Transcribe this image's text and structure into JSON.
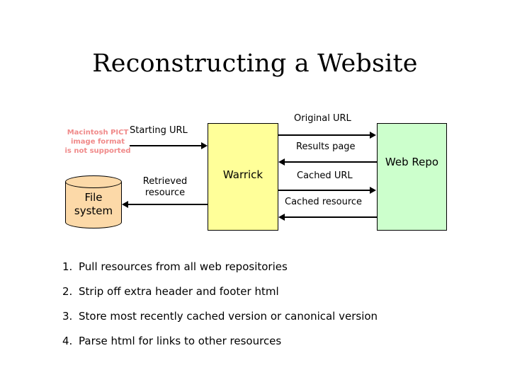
{
  "slide": {
    "title": "Reconstructing a Website"
  },
  "broken_image": {
    "line1": "Macintosh PICT",
    "line2": "image format",
    "line3": "is not supported",
    "color": "#f08a8a"
  },
  "diagram": {
    "nodes": {
      "file_system": {
        "label_line1": "File",
        "label_line2": "system",
        "shape": "cylinder",
        "color": "#fcd9a8"
      },
      "warrick": {
        "label": "Warrick",
        "shape": "rectangle",
        "color": "#ffff99"
      },
      "web_repo": {
        "label": "Web Repo",
        "shape": "rectangle",
        "color": "#ccffcc"
      }
    },
    "edges": [
      {
        "id": "starting-url",
        "label": "Starting URL",
        "from": "external",
        "to": "warrick",
        "direction": "right"
      },
      {
        "id": "retrieved-resource",
        "label_line1": "Retrieved",
        "label_line2": "resource",
        "from": "warrick",
        "to": "file_system",
        "direction": "left"
      },
      {
        "id": "original-url",
        "label": "Original URL",
        "from": "warrick",
        "to": "web_repo",
        "direction": "right"
      },
      {
        "id": "results-page",
        "label": "Results page",
        "from": "web_repo",
        "to": "warrick",
        "direction": "left"
      },
      {
        "id": "cached-url",
        "label": "Cached URL",
        "from": "warrick",
        "to": "web_repo",
        "direction": "right"
      },
      {
        "id": "cached-resource",
        "label": "Cached resource",
        "from": "web_repo",
        "to": "warrick",
        "direction": "left"
      }
    ]
  },
  "steps": [
    {
      "num": "1.",
      "text": "Pull resources from all web repositories"
    },
    {
      "num": "2.",
      "text": "Strip off extra header and footer html"
    },
    {
      "num": "3.",
      "text": "Store most recently cached version or canonical version"
    },
    {
      "num": "4.",
      "text": "Parse html for links to other resources"
    }
  ]
}
